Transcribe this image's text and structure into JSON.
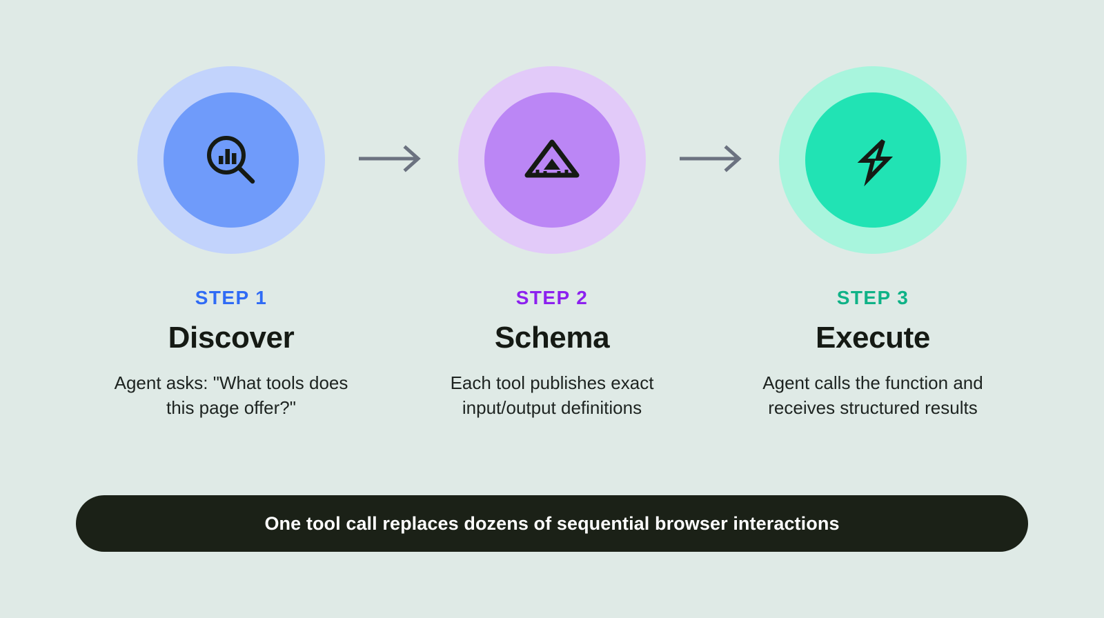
{
  "background_color": "#dfeae6",
  "steps": [
    {
      "label": "STEP 1",
      "label_color": "#2f6bf5",
      "title": "Discover",
      "description": "Agent asks: \"What tools does this page offer?\"",
      "icon": "magnifying-glass-bar-chart-icon",
      "halo_color": "#c2d3fc",
      "disc_color": "#6f9bfa"
    },
    {
      "label": "STEP 2",
      "label_color": "#8c20ef",
      "title": "Schema",
      "description": "Each tool publishes exact input/output definitions",
      "icon": "triangle-ruler-icon",
      "halo_color": "#e2caf9",
      "disc_color": "#bb86f5"
    },
    {
      "label": "STEP 3",
      "label_color": "#0fb287",
      "title": "Execute",
      "description": "Agent calls the function and receives structured results",
      "icon": "lightning-bolt-icon",
      "halo_color": "#a8f5dd",
      "disc_color": "#21e3b4"
    }
  ],
  "connectors": [
    {
      "icon": "arrow-right-icon",
      "color": "#6b7280"
    },
    {
      "icon": "arrow-right-icon",
      "color": "#6b7280"
    }
  ],
  "banner": {
    "text": "One tool call replaces dozens of sequential browser interactions",
    "background_color": "#1b2117",
    "text_color": "#ffffff"
  }
}
